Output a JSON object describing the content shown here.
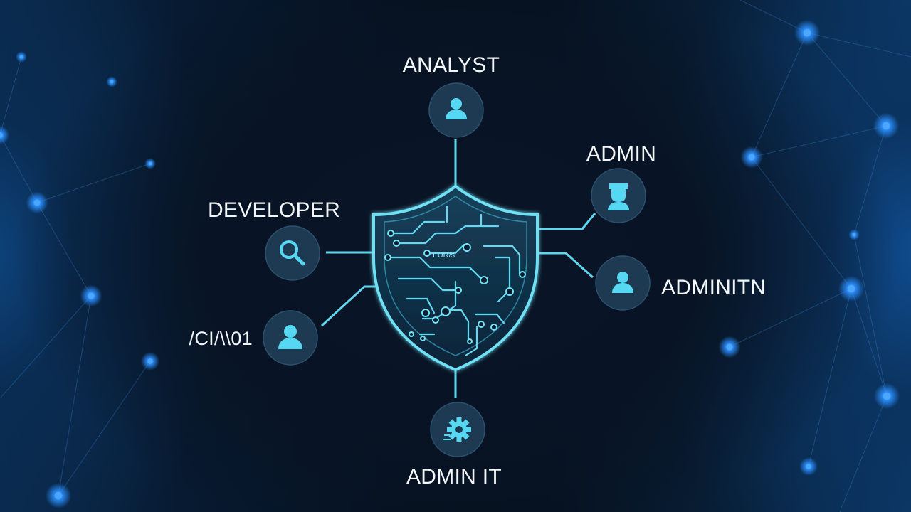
{
  "colors": {
    "background": "#06111f",
    "accent": "#5fd6ee",
    "node_fill": "#1d3a52",
    "label": "#f2f7fb",
    "glow_dot": "#2b8fff"
  },
  "center": {
    "icon": "shield-circuit-icon",
    "inner_text": "FUR/s"
  },
  "nodes": [
    {
      "id": "analyst",
      "label": "ANALYST",
      "icon": "user-icon"
    },
    {
      "id": "admin",
      "label": "ADMIN",
      "icon": "admin-user-icon"
    },
    {
      "id": "developer",
      "label": "DEVELOPER",
      "icon": "search-icon"
    },
    {
      "id": "adminitn",
      "label": "ADMINITN",
      "icon": "user-icon"
    },
    {
      "id": "unlabeled",
      "label": "/CI/\\\\01",
      "icon": "user-icon"
    },
    {
      "id": "adminit",
      "label": "ADMIN IT",
      "icon": "gear-icon"
    }
  ]
}
